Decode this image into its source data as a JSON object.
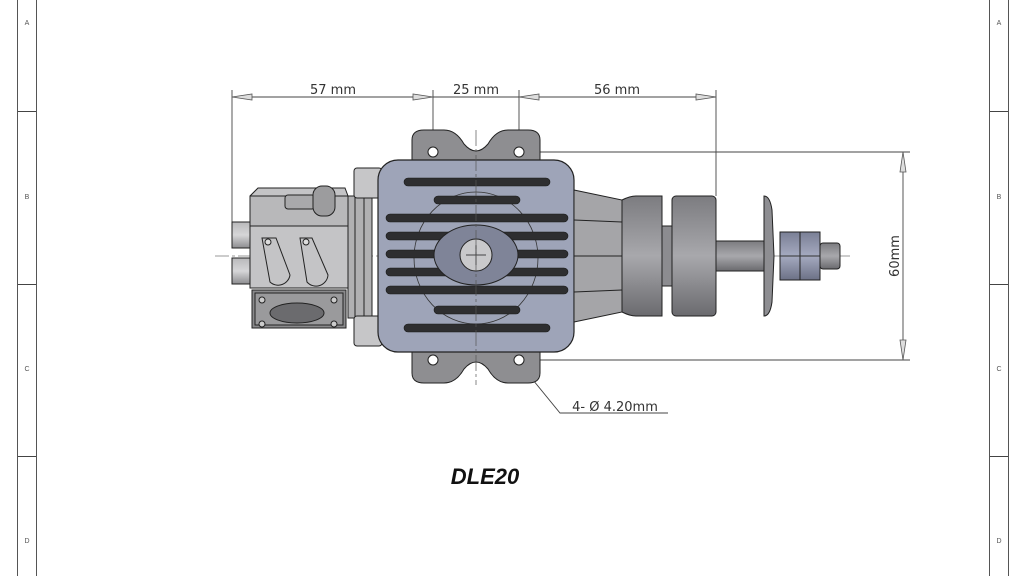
{
  "drawing": {
    "title": "DLE20",
    "dimensions": {
      "left_length": "57 mm",
      "mount_spacing": "25 mm",
      "right_length": "56 mm",
      "mount_height": "60mm",
      "hole_callout": "4- Ø 4.20mm"
    }
  },
  "frame": {
    "left_zones": [
      "A",
      "B",
      "C",
      "D"
    ],
    "right_zones": [
      "A",
      "B",
      "C",
      "D"
    ]
  },
  "colors": {
    "line": "#333333",
    "body_grey": "#8a8a8c",
    "cylinder_blue": "#9ea4b8",
    "dark_fin": "#2e2e30"
  }
}
